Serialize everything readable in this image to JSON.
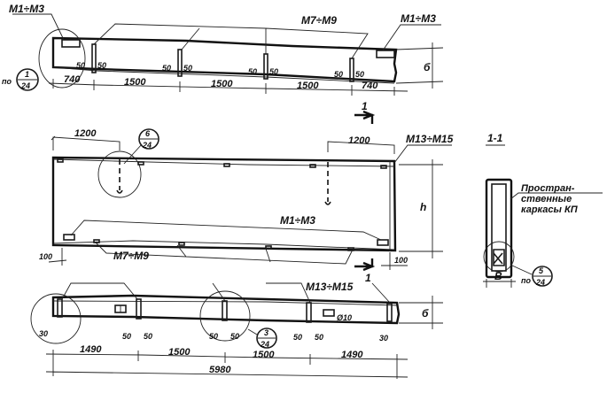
{
  "top_elevation": {
    "mark_left": "M1÷M3",
    "mark_mid": "M7÷M9",
    "mark_right": "M1÷M3",
    "height_label": "б",
    "gaps": [
      "50",
      "50",
      "50",
      "50",
      "50",
      "50",
      "50",
      "50"
    ],
    "dims": [
      "740",
      "1500",
      "1500",
      "1500",
      "740"
    ],
    "callout_prefix": "по",
    "callout_num": "1",
    "callout_sheet": "24"
  },
  "section_marker": {
    "top": "1",
    "bottom": "1"
  },
  "plan": {
    "dim_left": "1200",
    "dim_right": "1200",
    "callout_num": "6",
    "callout_sheet": "24",
    "mark_top_right": "M13÷M15",
    "mark_bottom": "M1÷M3",
    "mark_bottom2": "M7÷M9",
    "height_label": "h",
    "edge_left": "100",
    "edge_right": "100"
  },
  "section": {
    "title": "1-1",
    "note": [
      "Простран-",
      "ственные",
      "каркасы КП"
    ],
    "width_label": "В",
    "callout_prefix": "по",
    "callout_num": "5",
    "callout_sheet": "24"
  },
  "bottom_elevation": {
    "mark": "M13÷M15",
    "height_label": "б",
    "edge_left": "30",
    "edge_right": "30",
    "gaps": [
      "50",
      "50",
      "50",
      "50",
      "50",
      "50"
    ],
    "hole_label": "Ø10",
    "dims": [
      "1490",
      "1500",
      "1500",
      "1490"
    ],
    "total": "5980",
    "callout_num": "3",
    "callout_sheet": "24"
  }
}
